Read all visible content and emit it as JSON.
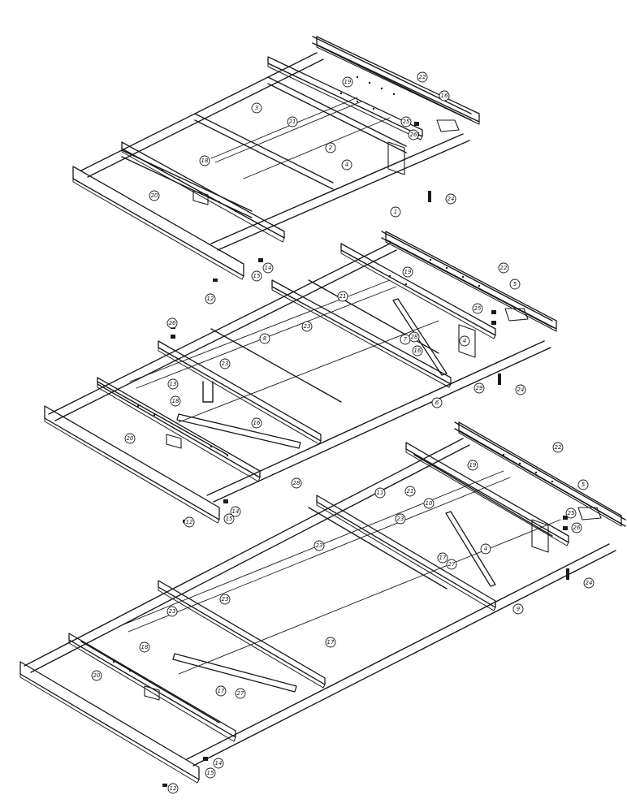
{
  "callouts": {
    "frame1": [
      "22",
      "19",
      "3",
      "21",
      "16",
      "25",
      "26",
      "2",
      "4",
      "18",
      "20",
      "1",
      "24",
      "14",
      "15",
      "12"
    ],
    "frame2": [
      "22",
      "19",
      "21",
      "5",
      "25",
      "23",
      "8",
      "26",
      "7",
      "28",
      "4",
      "16",
      "23",
      "13",
      "18",
      "29",
      "24",
      "6",
      "16",
      "20",
      "28",
      "14",
      "15",
      "12"
    ],
    "frame3": [
      "22",
      "19",
      "5",
      "11",
      "21",
      "10",
      "25",
      "26",
      "23",
      "23",
      "4",
      "17",
      "27",
      "9",
      "24",
      "23",
      "23",
      "18",
      "20",
      "17",
      "27",
      "17",
      "14",
      "15",
      "12"
    ]
  }
}
